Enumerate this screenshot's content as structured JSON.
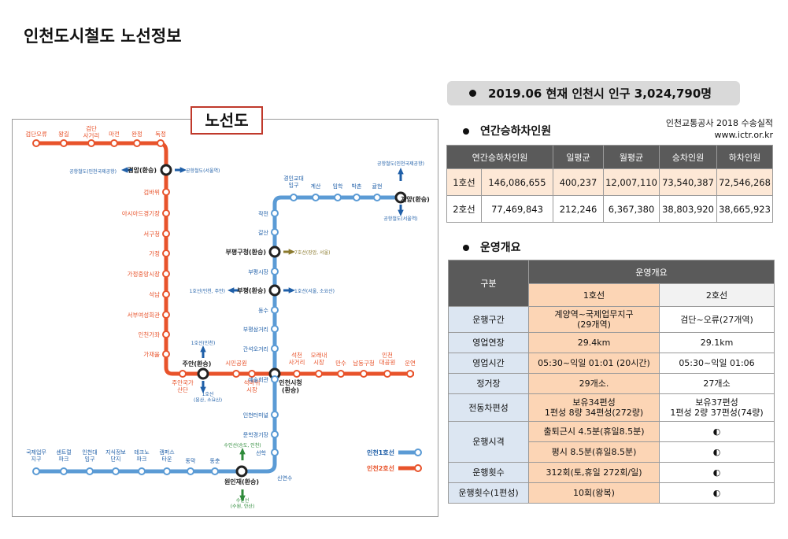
{
  "title": "인천도시철도 노선정보",
  "map": {
    "tag": "노선도",
    "line1_color": "#5b9bd5",
    "line2_color": "#e8532b",
    "line2_top_stations": [
      "검단오류",
      "왕길",
      "검단\n사거리",
      "마전",
      "완정",
      "독정"
    ],
    "line2_vertical_stations": [
      "검바위",
      "아시아드경기장",
      "서구청",
      "가정",
      "가정중앙시장",
      "석남",
      "서부여성회관",
      "인천가좌",
      "가재울"
    ],
    "geomdan": "검암(환승)",
    "geomdan_left": "공항철도(인천국제공항)",
    "geomdan_right": "공항철도(서울역)",
    "line2_bottom_stations": [
      "주안국가\n산단",
      "주안(환승)",
      "시민공원",
      "석바위\n시장",
      "인천시청\n(환승)",
      "석천\n사거리",
      "모래내\n시장",
      "만수",
      "남동구청",
      "인천\n대공원",
      "운연"
    ],
    "juan_up": "1호선(인천)",
    "juan_down": "1호선\n(용산, 소요산)",
    "line1_top_stations": [
      "경인교대\n입구",
      "계산",
      "임학",
      "박촌",
      "귤현",
      "계양(환승)"
    ],
    "gyeyang_up": "공항철도(인천국제공항)",
    "gyeyang_down": "공항철도(서울역)",
    "line1_vertical_stations": [
      "작전",
      "갈산",
      "부평구청(환승)",
      "부평시장",
      "부평(환승)",
      "동수",
      "부평삼거리",
      "간석오거리",
      "예술회관",
      "인천터미널",
      "문학경기장",
      "선학",
      "신연수"
    ],
    "bupyeong_gucheong_right": "7호선(장암, 서울)",
    "bupyeong_left": "1호선(인천, 주안)",
    "bupyeong_right": "1호선(서울, 소요산)",
    "line1_bottom_stations": [
      "국제업무\n지구",
      "센트럴\n파크",
      "인천대\n입구",
      "지식정보\n단지",
      "테크노\n파크",
      "캠퍼스\n타운",
      "동막",
      "동춘",
      "원인재(환승)"
    ],
    "wonin_up": "수인선(송도, 인천)",
    "wonin_down": "수인선\n(수원, 안산)",
    "legend": [
      "인천1호선",
      "인천2호선"
    ]
  },
  "population": "2019.06 현재 인천시 인구 3,024,790명",
  "ridership": {
    "heading": "연간승하차인원",
    "source_line1": "인천교통공사 2018 수송실적",
    "source_line2": "www.ictr.or.kr",
    "headers": [
      "연간승하차인원",
      "일평균",
      "월평균",
      "승차인원",
      "하차인원"
    ],
    "rows": [
      [
        "1호선",
        "146,086,655",
        "400,237",
        "12,007,110",
        "73,540,387",
        "72,546,268"
      ],
      [
        "2호선",
        "77,469,843",
        "212,246",
        "6,367,380",
        "38,803,920",
        "38,665,923"
      ]
    ]
  },
  "operation": {
    "heading": "운영개요",
    "col_group": "구분",
    "col_title": "운영개요",
    "col1": "1호선",
    "col2": "2호선",
    "rows": {
      "section": {
        "label": "운행구간",
        "v1": "계양역~국제업무지구\n(29개역)",
        "v2": "검단~오류(27개역)"
      },
      "length": {
        "label": "영업연장",
        "v1": "29.4km",
        "v2": "29.1km"
      },
      "hours": {
        "label": "영업시간",
        "v1": "05:30~익일 01:01 (20시간)",
        "v2": "05:30~익일 01:06"
      },
      "stations": {
        "label": "정거장",
        "v1": "29개소.",
        "v2": "27개소"
      },
      "cars": {
        "label": "전동차편성",
        "v1": "보유34편성\n1편성 8량 34편성(272량)",
        "v2": "보유37편성\n1편성 2량 37편성(74량)"
      },
      "interval_label": "운행시격",
      "interval_peak": {
        "v1": "출퇴근시 4.5분(휴일8.5분)",
        "v2": "◐"
      },
      "interval_normal": {
        "v1": "평시 8.5분(휴일8.5분)",
        "v2": "◐"
      },
      "trips": {
        "label": "운행횟수",
        "v1": "312회(토,휴일 272회/일)",
        "v2": "◐"
      },
      "trips_single": {
        "label": "운행횟수(1편성)",
        "v1": "10회(왕복)",
        "v2": "◐"
      }
    }
  }
}
